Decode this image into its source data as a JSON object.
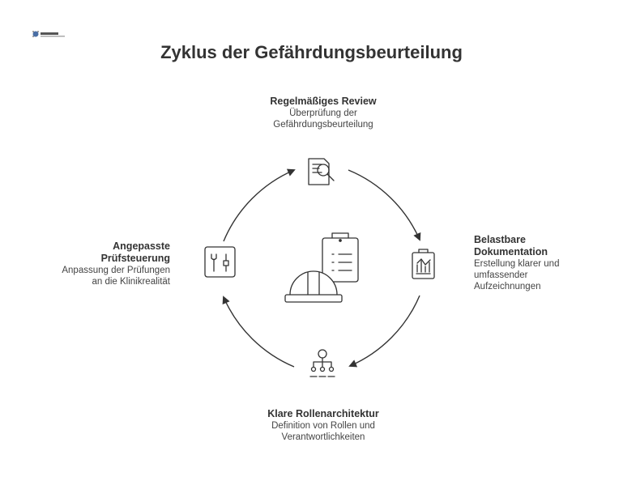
{
  "title": "Zyklus der Gefährdungsbeurteilung",
  "center": {
    "icon": "hard-hat-clipboard-icon"
  },
  "steps": [
    {
      "id": "review",
      "icon": "document-search-icon",
      "head": [
        "Regelmäßiges Review"
      ],
      "desc": [
        "Überprüfung der",
        "Gefährdungsbeurteilung"
      ]
    },
    {
      "id": "dokumentation",
      "icon": "clipboard-chart-icon",
      "head": [
        "Belastbare",
        "Dokumentation"
      ],
      "desc": [
        "Erstellung klarer und",
        "umfassender",
        "Aufzeichnungen"
      ]
    },
    {
      "id": "rollen",
      "icon": "org-hierarchy-icon",
      "head": [
        "Klare Rollenarchitektur"
      ],
      "desc": [
        "Definition von Rollen und",
        "Verantwortlichkeiten"
      ]
    },
    {
      "id": "pruefsteuerung",
      "icon": "tools-icon",
      "head": [
        "Angepasste",
        "Prüfsteuerung"
      ],
      "desc": [
        "Anpassung der Prüfungen",
        "an die Klinikrealität"
      ]
    }
  ],
  "colors": {
    "stroke": "#333333",
    "text": "#444444",
    "background": "#ffffff"
  }
}
